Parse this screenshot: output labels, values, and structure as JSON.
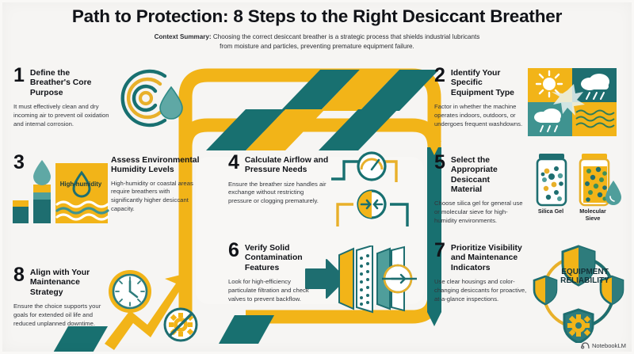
{
  "header": {
    "title": "Path to Protection: 8 Steps to the Right Desiccant Breather",
    "context_label": "Context Summary:",
    "context_text": " Choosing the correct desiccant breather is a strategic process that shields industrial lubricants from moisture and particles, preventing premature equipment failure."
  },
  "steps": [
    {
      "number": "1",
      "title": "Define the Breather's Core Purpose",
      "body": "It must effectively clean and dry incoming air to prevent oil oxidation and internal corrosion.",
      "icon": "target-rings-droplet-icon"
    },
    {
      "number": "2",
      "title": "Identify Your Specific Equipment Type",
      "body": "Factor in whether the machine operates indoors, outdoors, or undergoes frequent washdowns.",
      "icon": "weather-quadrant-icon"
    },
    {
      "number": "3",
      "title": "Assess Environmental Humidity Levels",
      "body": "High-humidity or coastal areas require breathers with significantly higher desiccant capacity.",
      "icon": "humidity-bars-icon"
    },
    {
      "number": "4",
      "title": "Calculate Airflow and Pressure Needs",
      "body": "Ensure the breather size handles air exchange without restricting pressure or clogging prematurely.",
      "icon": "pressure-gauge-icon"
    },
    {
      "number": "5",
      "title": "Select the Appropriate Desiccant Material",
      "body": "Choose silica gel for general use or molecular sieve for high-humidity environments.",
      "icon": "desiccant-jars-icon"
    },
    {
      "number": "6",
      "title": "Verify Solid Contamination Features",
      "body": "Look for high-efficiency particulate filtration and check valves to prevent backflow.",
      "icon": "filter-stack-icon"
    },
    {
      "number": "7",
      "title": "Prioritize Visibility and Maintenance Indicators",
      "body": "Use clear housings and color-changing desiccants for proactive, at-a-glance inspections.",
      "icon": "shield-ring-icon"
    },
    {
      "number": "8",
      "title": "Align with Your Maintenance Strategy",
      "body": "Ensure the choice supports your goals for extended oil life and reduced unplanned downtime.",
      "icon": "clock-growth-arrow-icon"
    }
  ],
  "labels": {
    "high_humidity": "High-humidity",
    "silica_gel": "Silica Gel",
    "molecular_sieve": "Molecular Sieve",
    "equipment_reliability": "EQUIPMENT RELIABILITY"
  },
  "watermark": {
    "text": "NotebookLM"
  },
  "colors": {
    "yellow": "#F2B418",
    "teal": "#187070",
    "dark_teal": "#17625F",
    "light_teal": "#5FA8A5",
    "background": "#F6F5F3",
    "ink": "#111318"
  }
}
